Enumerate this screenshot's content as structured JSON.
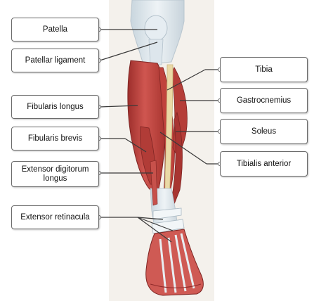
{
  "labels": {
    "patella": "Patella",
    "patellar_ligament": "Patellar ligament",
    "fibularis_longus": "Fibularis longus",
    "fibularis_brevis": "Fibularis brevis",
    "extensor_digitorum_longus_line1": "Extensor digitorum",
    "extensor_digitorum_longus_line2": "longus",
    "extensor_retinacula": "Extensor retinacula",
    "tibia": "Tibia",
    "gastrocnemius": "Gastrocnemius",
    "soleus": "Soleus",
    "tibialis_anterior": "Tibialis anterior"
  },
  "colors": {
    "muscle": "#c4443f",
    "muscle_dark": "#8f2a2a",
    "tendon": "#dfe8ee",
    "bone": "#e9d9a8",
    "panel_background": "#f4f1ec",
    "leader_line": "#3a3a3a"
  }
}
